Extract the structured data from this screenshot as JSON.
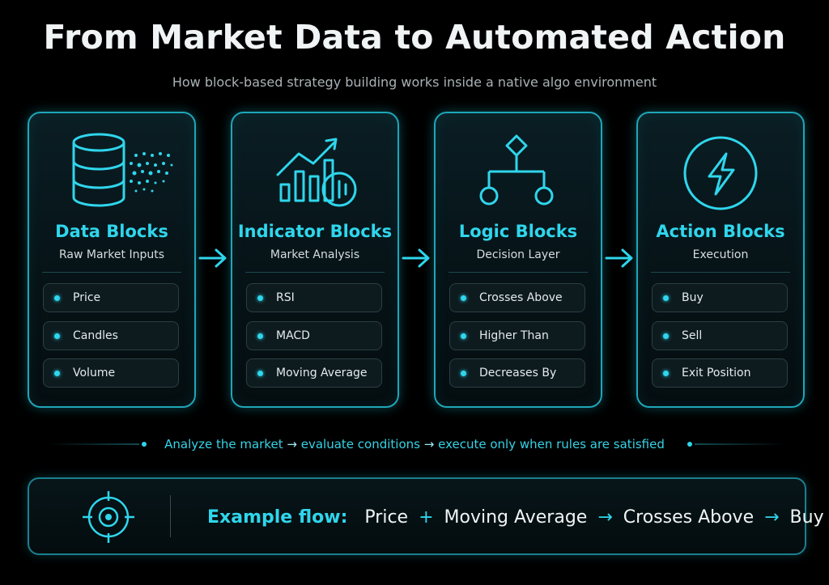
{
  "header": {
    "title": "From Market Data to Automated Action",
    "subtitle": "How block-based strategy building works inside a native algo environment"
  },
  "cards": [
    {
      "icon": "database-icon",
      "title": "Data Blocks",
      "subtitle": "Raw Market Inputs",
      "items": [
        "Price",
        "Candles",
        "Volume"
      ]
    },
    {
      "icon": "bar-chart-trend-icon",
      "title": "Indicator Blocks",
      "subtitle": "Market Analysis",
      "items": [
        "RSI",
        "MACD",
        "Moving Average"
      ]
    },
    {
      "icon": "decision-tree-icon",
      "title": "Logic Blocks",
      "subtitle": "Decision Layer",
      "items": [
        "Crosses Above",
        "Higher Than",
        "Decreases By"
      ]
    },
    {
      "icon": "lightning-bolt-icon",
      "title": "Action Blocks",
      "subtitle": "Execution",
      "items": [
        "Buy",
        "Sell",
        "Exit Position"
      ]
    }
  ],
  "flow": {
    "step1": "Analyze the market",
    "step2": "evaluate conditions",
    "step3": "execute only when rules are satisfied",
    "separator": "→"
  },
  "example": {
    "label": "Example flow:",
    "term1": "Price",
    "plus": "+",
    "term2": "Moving Average",
    "arrow": "→",
    "term3": "Crosses Above",
    "term4": "Buy",
    "icon": "target-icon"
  },
  "colors": {
    "accent": "#2fd6ec",
    "background": "#000000",
    "card_border": "#1fa6b8"
  }
}
